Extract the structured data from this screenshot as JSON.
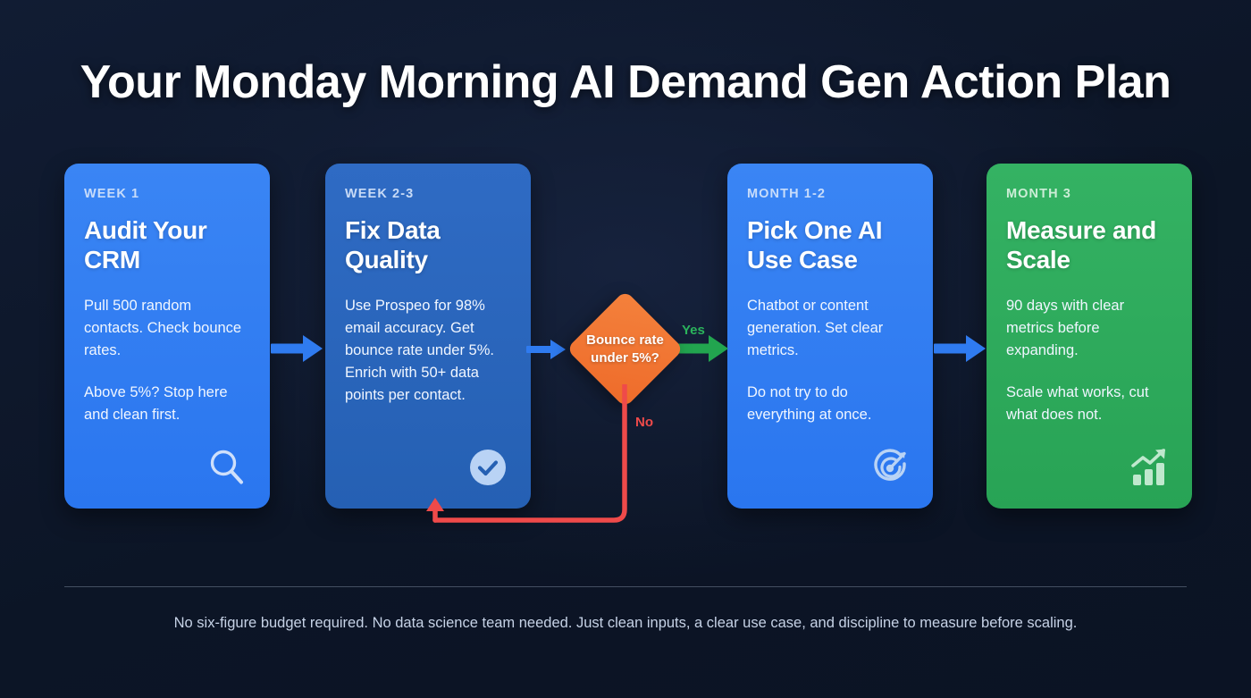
{
  "page": {
    "title": "Your Monday Morning AI Demand Gen Action Plan",
    "footer": "No six-figure budget required. No data science team needed. Just clean inputs, a clear use case, and discipline to measure before scaling."
  },
  "colors": {
    "background": "#0d1628",
    "card_blue": "#2a76ef",
    "card_blue_muted": "#2560b3",
    "card_green": "#28a355",
    "diamond_orange": "#ee6b2a",
    "arrow_blue": "#2f7bf0",
    "arrow_green": "#22a54f",
    "loop_red": "#ef4a4a",
    "yes_label": "#2bb45c",
    "no_label": "#ef4a4a"
  },
  "cards": [
    {
      "kicker": "WEEK 1",
      "headline": "Audit Your CRM",
      "para1": "Pull 500 random contacts. Check bounce rates.",
      "para2": "Above 5%? Stop here and clean first.",
      "icon": "magnifier-icon",
      "color": "#2a76ef"
    },
    {
      "kicker": "WEEK 2-3",
      "headline": "Fix Data Quality",
      "para1": "Use Prospeo for 98% email accuracy. Get bounce rate under 5%.",
      "para2": "Enrich with 50+ data points per contact.",
      "icon": "check-circle-icon",
      "color": "#2560b3"
    },
    {
      "kicker": "MONTH 1-2",
      "headline": "Pick One AI Use Case",
      "para1": "Chatbot or content generation. Set clear metrics.",
      "para2": "Do not try to do everything at once.",
      "icon": "target-dart-icon",
      "color": "#2a76ef"
    },
    {
      "kicker": "MONTH 3",
      "headline": "Measure and Scale",
      "para1": "90 days with clear metrics before expanding.",
      "para2": "Scale what works, cut what does not.",
      "icon": "growth-chart-icon",
      "color": "#28a355"
    }
  ],
  "decision": {
    "text": "Bounce rate under 5%?",
    "yes_label": "Yes",
    "no_label": "No"
  }
}
